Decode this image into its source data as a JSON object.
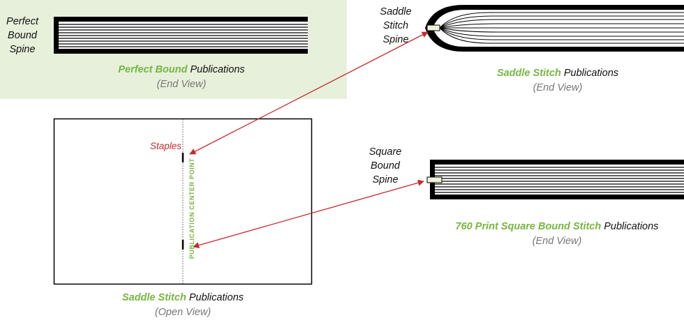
{
  "perfect_bound": {
    "spine_label": [
      "Perfect",
      "Bound",
      "Spine"
    ],
    "caption_accent": "Perfect Bound",
    "caption_rest": " Publications",
    "caption_sub": "(End View)"
  },
  "saddle_end": {
    "spine_label": [
      "Saddle",
      "Stitch",
      "Spine"
    ],
    "caption_accent": "Saddle Stitch",
    "caption_rest": " Publications",
    "caption_sub": "(End View)"
  },
  "saddle_open": {
    "staples_label": "Staples",
    "center_label": "PUBLICATION CENTER POINT",
    "caption_accent": "Saddle Stitch",
    "caption_rest": " Publications",
    "caption_sub": "(Open View)"
  },
  "square_bound": {
    "spine_label": [
      "Square",
      "Bound",
      "Spine"
    ],
    "caption_accent": "760 Print Square Bound Stitch",
    "caption_rest": " Publications",
    "caption_sub": "(End View)"
  },
  "colors": {
    "accent_green": "#77b640",
    "arrow_red": "#c8282e",
    "panel_bg": "#e6f0db",
    "staple_fill": "#eef3d6"
  }
}
